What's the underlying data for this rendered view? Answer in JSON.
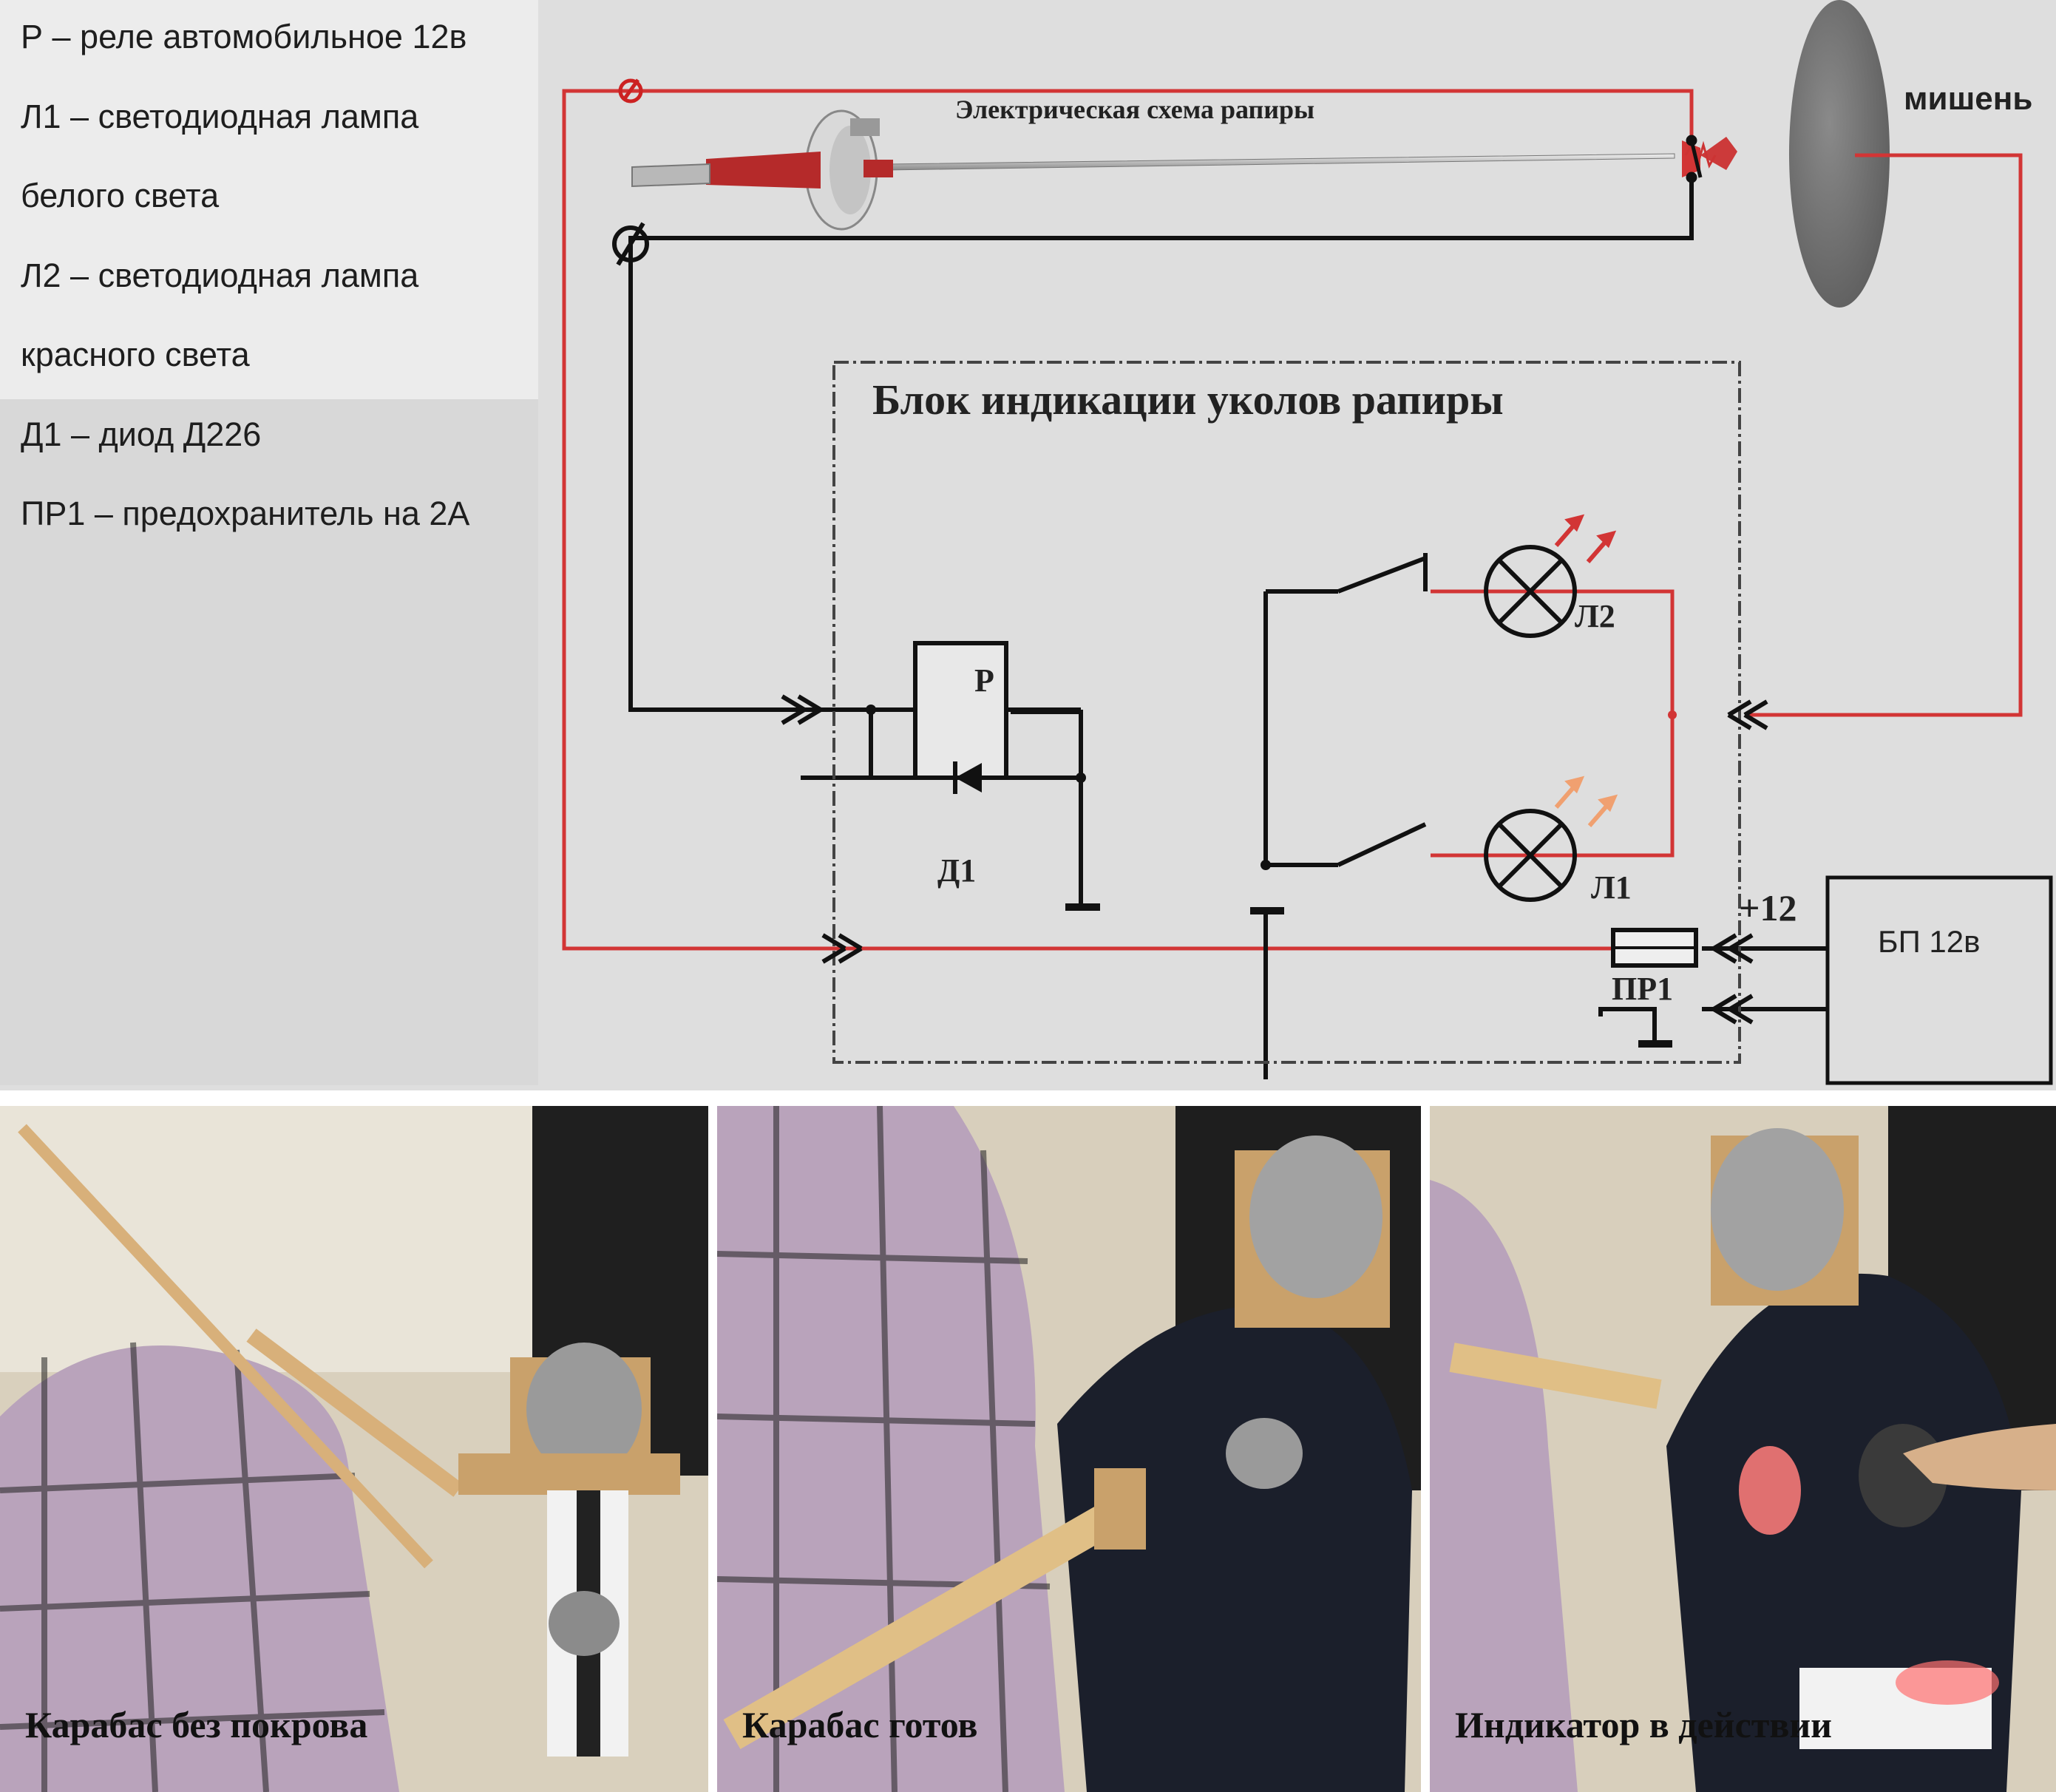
{
  "legend": {
    "items": [
      "Р – реле автомобильное 12в",
      "Л1 – светодиодная лампа",
      "белого света",
      "Л2 – светодиодная лампа",
      "красного света",
      "Д1 – диод Д226",
      "ПР1 – предохранитель на 2А"
    ]
  },
  "diagram": {
    "rapier_title": "Электрическая схема рапиры",
    "target_label": "мишень",
    "block_title": "Блок индикации  уколов рапиры",
    "relay_label": "Р",
    "diode_label": "Д1",
    "lamp2_label": "Л2",
    "lamp1_label": "Л1",
    "voltage_label": "+12",
    "fuse_label": "ПР1",
    "psu_label": "БП 12в"
  },
  "photos": [
    {
      "caption": "Карабас   без   покрова"
    },
    {
      "caption": "Карабас  готов"
    },
    {
      "caption": "Индикатор в действии"
    }
  ],
  "colors": {
    "wire_red": "#d23535",
    "wire_black": "#111111",
    "diagram_bg": "#dedede"
  }
}
